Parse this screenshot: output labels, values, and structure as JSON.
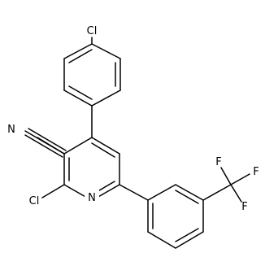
{
  "atom_labels": {
    "cl_top": "Cl",
    "n_nitrile": "N",
    "cl_left": "Cl",
    "n_ring": "N",
    "f_top": "F",
    "f_right": "F",
    "f_bottom": "F"
  },
  "colors": {
    "bond": "#000000",
    "label": "#000000",
    "background": "#ffffff"
  }
}
